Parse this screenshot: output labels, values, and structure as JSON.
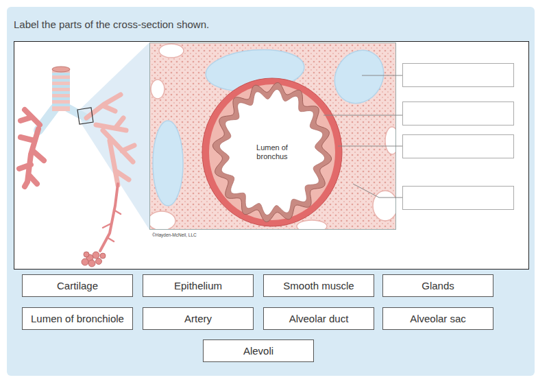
{
  "diagram": {
    "title": "Label the parts of the cross-section shown.",
    "nodes": [
      {
        "text": [
          "Cartilage"
        ]
      },
      {
        "text": [
          "Epithelium"
        ]
      },
      {
        "text": [
          "Smooth muscle"
        ]
      },
      {
        "text": [
          "Glands"
        ]
      },
      {
        "text": [
          "Lumen of bronchiole"
        ]
      },
      {
        "text": [
          "Artery"
        ]
      },
      {
        "text": [
          "Alveolar duct"
        ]
      },
      {
        "text": [
          "Alveolar sac"
        ]
      },
      {
        "text": [
          "Alevoli"
        ]
      }
    ],
    "labels": [
      "Lumen of bronchus",
      "©Hayden-McNeil, LLC"
    ]
  }
}
